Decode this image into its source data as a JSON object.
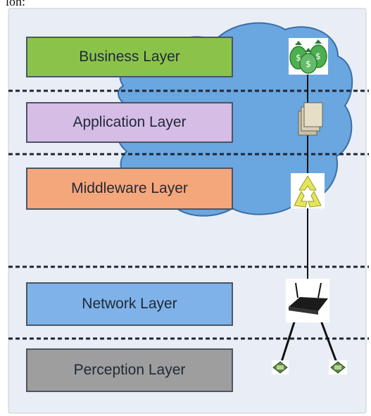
{
  "header": {
    "fragment": "ion:"
  },
  "layers": [
    {
      "label": "Business Layer",
      "color": "#8bc34a"
    },
    {
      "label": "Application Layer",
      "color": "#d6bde6"
    },
    {
      "label": "Middleware Layer",
      "color": "#f5a77c"
    },
    {
      "label": "Network Layer",
      "color": "#7fb2e8"
    },
    {
      "label": "Perception Layer",
      "color": "#9e9e9e"
    }
  ],
  "colors": {
    "cloud": "#6aa6df",
    "cloud_stroke": "#3a6ea8",
    "background": "#e9eef6",
    "money_bag": "#4caf50",
    "recycle": "#e5e55a",
    "router": "#1b1b1b",
    "sensor": "#5a8a4a"
  },
  "icons": [
    "money-bag-icon",
    "documents-icon",
    "recycle-icon",
    "router-icon",
    "sensor-icon"
  ]
}
